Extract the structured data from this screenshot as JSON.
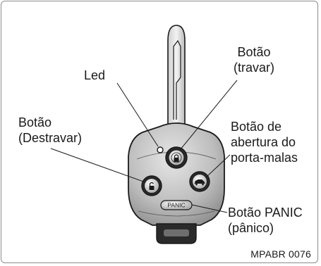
{
  "labels": {
    "led": "Led",
    "lock_button": [
      "Botão",
      "(travar)"
    ],
    "unlock_button": [
      "Botão",
      "(Destravar)"
    ],
    "trunk_button": [
      "Botão de",
      "abertura do",
      "porta-malas"
    ],
    "panic_button": [
      "Botão PANIC",
      "(pânico)"
    ]
  },
  "key_buttons": {
    "panic_text": "PANIC"
  },
  "figure_code": "MPABR 0076",
  "colors": {
    "outline": "#1a1a1a",
    "fob_body": "#b8b8b8",
    "fob_dark": "#222222",
    "frame": "#8c8c8c"
  }
}
